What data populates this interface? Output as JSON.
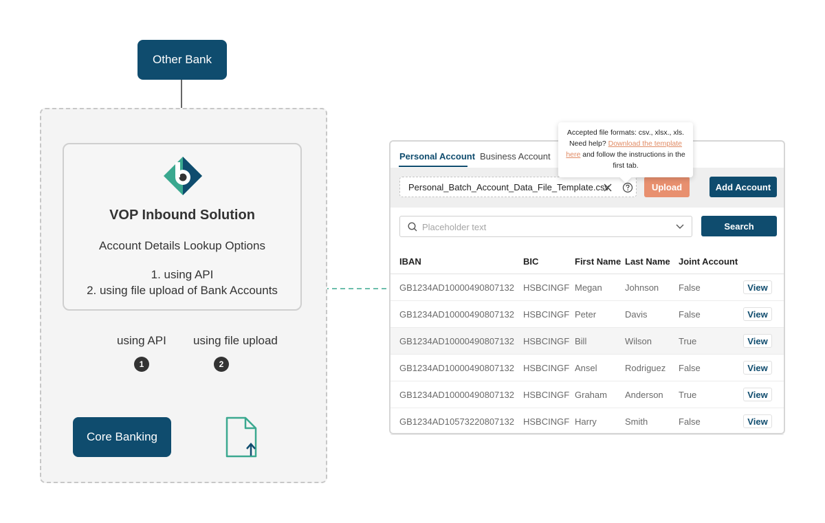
{
  "colors": {
    "primary": "#0f4c6e",
    "accent_orange": "#e8906f",
    "teal": "#3aa88f",
    "link_orange": "#e08a63"
  },
  "diagram": {
    "other_bank": "Other Bank",
    "vop_title": "VOP Inbound Solution",
    "subtitle": "Account Details Lookup Options",
    "option_1": "1. using API",
    "option_2": "2. using file upload of Bank Accounts",
    "edge_api": "using API",
    "edge_file": "using file upload",
    "badge_1": "1",
    "badge_2": "2",
    "core_banking": "Core Banking",
    "logo_icon": "b-logo-icon",
    "file_icon": "file-upload-icon"
  },
  "panel": {
    "tabs": [
      "Personal Account",
      "Business Account"
    ],
    "file_name": "Personal_Batch_Account_Data_File_Template.csv",
    "upload_label": "Upload",
    "add_account_label": "Add Account",
    "search_placeholder": "Placeholder text",
    "search_label": "Search",
    "tooltip": {
      "line1": "Accepted file formats: csv., xlsx., xls.",
      "line2_prefix": "Need help?",
      "link_part1": "Download the template",
      "link_part2": "here",
      "line3_suffix": "and follow the instructions in the",
      "line4": "first tab."
    },
    "columns": [
      "IBAN",
      "BIC",
      "First Name",
      "Last Name",
      "Joint Account"
    ],
    "view_label": "View",
    "rows": [
      [
        "GB1234AD10000490807132",
        "HSBCINGF",
        "Megan",
        "Johnson",
        "False"
      ],
      [
        "GB1234AD10000490807132",
        "HSBCINGF",
        "Peter",
        "Davis",
        "False"
      ],
      [
        "GB1234AD10000490807132",
        "HSBCINGF",
        "Bill",
        "Wilson",
        "True"
      ],
      [
        "GB1234AD10000490807132",
        "HSBCINGF",
        "Ansel",
        "Rodriguez",
        "False"
      ],
      [
        "GB1234AD10000490807132",
        "HSBCINGF",
        "Graham",
        "Anderson",
        "True"
      ],
      [
        "GB1234AD10573220807132",
        "HSBCINGF",
        "Harry",
        "Smith",
        "False"
      ]
    ]
  }
}
